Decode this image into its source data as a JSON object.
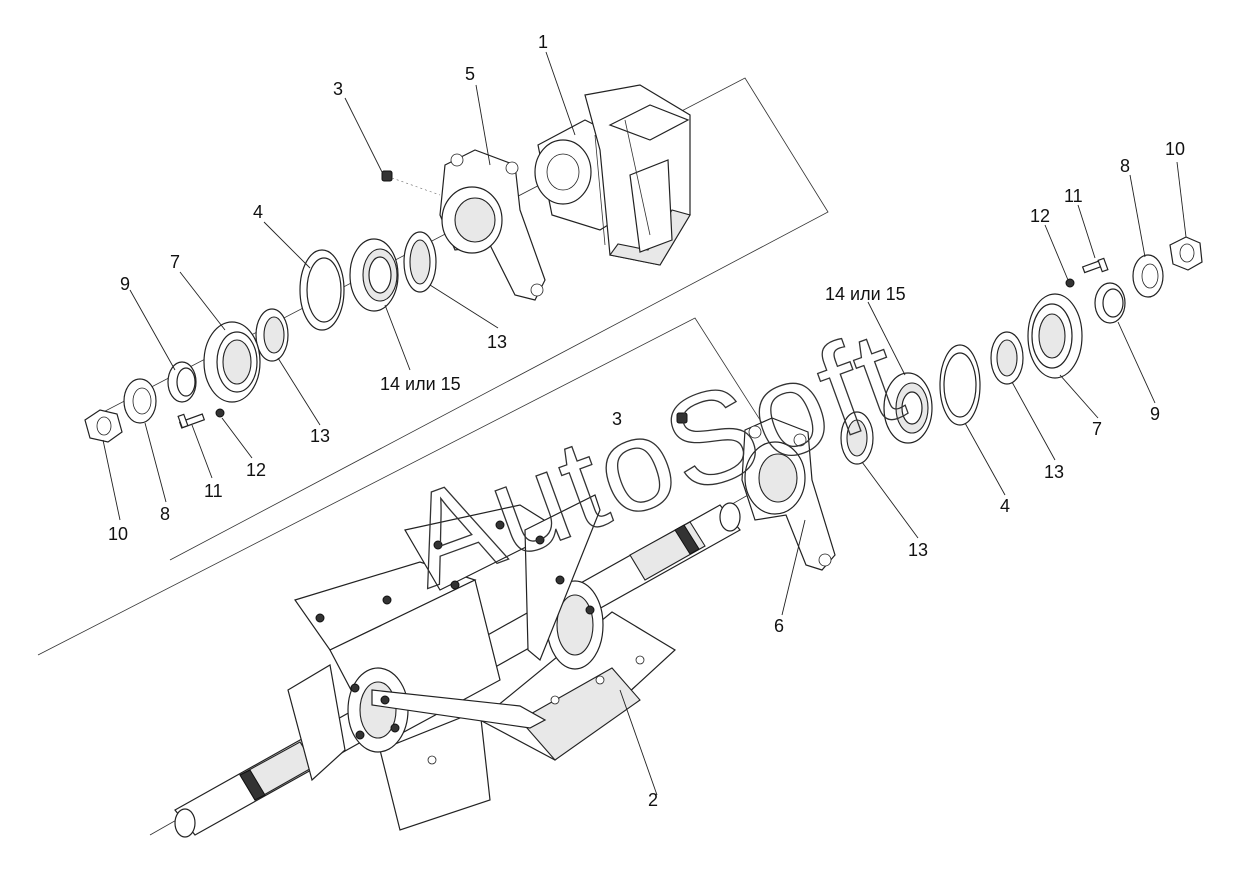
{
  "watermark": "AutoSoft",
  "callouts": {
    "c1": "1",
    "c2": "2",
    "c3_top": "3",
    "c3_mid": "3",
    "c4_left": "4",
    "c4_right": "4",
    "c5": "5",
    "c6": "6",
    "c7_left": "7",
    "c7_right": "7",
    "c8_left": "8",
    "c8_right": "8",
    "c9_left": "9",
    "c9_right": "9",
    "c10_left": "10",
    "c10_right": "10",
    "c11_left": "11",
    "c11_right": "11",
    "c12_left": "12",
    "c12_right": "12",
    "c13_upper_a": "13",
    "c13_upper_b": "13",
    "c13_right": "13",
    "c13_mid": "13",
    "c1415_left": "14 или 15",
    "c1415_right": "14 или 15"
  }
}
